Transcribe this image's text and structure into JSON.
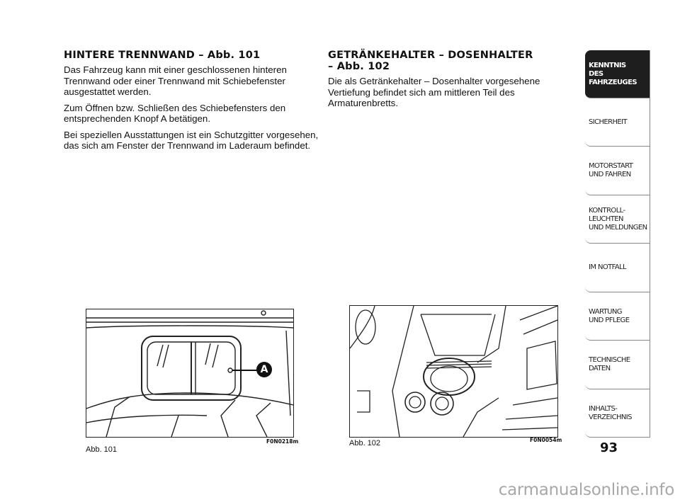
{
  "left": {
    "heading": "HINTERE TRENNWAND – Abb. 101",
    "p1": "Das Fahrzeug kann mit einer geschlossenen hinteren Trennwand oder einer Trennwand mit Schiebefenster ausgestattet werden.",
    "p2": "Zum Öffnen bzw. Schließen des Schiebefensters den entsprechenden Knopf A betätigen.",
    "p3": "Bei speziellen Ausstattungen ist ein Schutzgitter vorgesehen, das sich am Fenster der Trennwand im Laderaum befindet."
  },
  "right": {
    "heading_line1": "GETRÄNKEHALTER – DOSENHALTER",
    "heading_line2": "– Abb. 102",
    "p1": "Die als Getränkehalter – Dosenhalter vorgesehene Vertiefung befindet sich am mittleren Teil des Armaturenbretts."
  },
  "figures": {
    "fig1": {
      "caption": "Abb. 101",
      "code": "F0N0218m",
      "label": "A"
    },
    "fig2": {
      "caption": "Abb. 102",
      "code": "F0N0054m"
    }
  },
  "sidebar": {
    "tabs": [
      {
        "label": "KENNTNIS\nDES FAHRZEUGES",
        "active": true
      },
      {
        "label": "SICHERHEIT",
        "active": false
      },
      {
        "label": "MOTORSTART\nUND FAHREN",
        "active": false
      },
      {
        "label": "KONTROLL-\nLEUCHTEN\nUND MELDUNGEN",
        "active": false
      },
      {
        "label": "IM NOTFALL",
        "active": false
      },
      {
        "label": "WARTUNG\nUND PFLEGE",
        "active": false
      },
      {
        "label": "TECHNISCHE\nDATEN",
        "active": false
      },
      {
        "label": "INHALTS-\nVERZEICHNIS",
        "active": false
      }
    ]
  },
  "page_number": "93",
  "watermark": "carmanualsonline.info"
}
